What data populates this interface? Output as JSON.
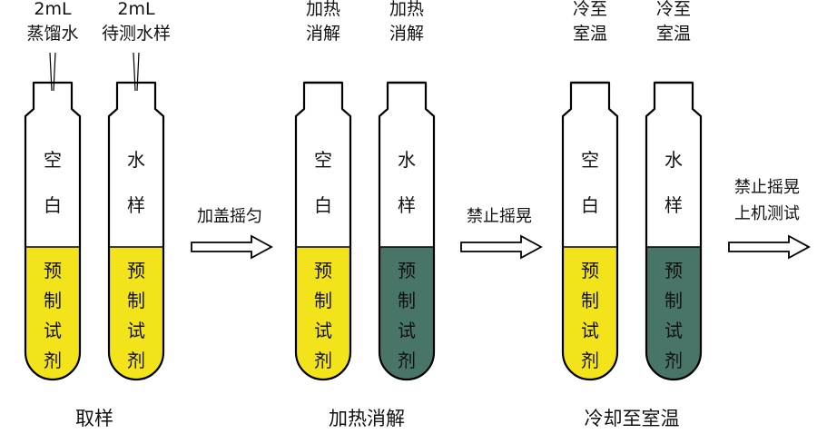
{
  "colors": {
    "yellow": "#f2e31b",
    "teal": "#487568",
    "outline": "#000000"
  },
  "tubes": [
    {
      "id": "t1",
      "top": [
        "2mL",
        "蒸馏水"
      ],
      "upper": [
        "空",
        "白"
      ],
      "lower": [
        "预",
        "制",
        "试",
        "剂"
      ],
      "liquid": "yellow",
      "cap": "open",
      "pipette": true
    },
    {
      "id": "t2",
      "top": [
        "2mL",
        "待测水样"
      ],
      "upper": [
        "水",
        "样"
      ],
      "lower": [
        "预",
        "制",
        "试",
        "剂"
      ],
      "liquid": "yellow",
      "cap": "open",
      "pipette": true
    },
    {
      "id": "t3",
      "top": [
        "加热",
        "消解"
      ],
      "upper": [
        "空",
        "白"
      ],
      "lower": [
        "预",
        "制",
        "试",
        "剂"
      ],
      "liquid": "yellow",
      "cap": "closed",
      "pipette": false
    },
    {
      "id": "t4",
      "top": [
        "加热",
        "消解"
      ],
      "upper": [
        "水",
        "样"
      ],
      "lower": [
        "预",
        "制",
        "试",
        "剂"
      ],
      "liquid": "teal",
      "cap": "closed",
      "pipette": false
    },
    {
      "id": "t5",
      "top": [
        "冷至",
        "室温"
      ],
      "upper": [
        "空",
        "白"
      ],
      "lower": [
        "预",
        "制",
        "试",
        "剂"
      ],
      "liquid": "yellow",
      "cap": "closed",
      "pipette": false
    },
    {
      "id": "t6",
      "top": [
        "冷至",
        "室温"
      ],
      "upper": [
        "水",
        "样"
      ],
      "lower": [
        "预",
        "制",
        "试",
        "剂"
      ],
      "liquid": "teal",
      "cap": "closed",
      "pipette": false
    }
  ],
  "arrows": [
    {
      "label": [
        "加盖摇匀"
      ]
    },
    {
      "label": [
        "禁止摇晃"
      ]
    },
    {
      "label": [
        "禁止摇晃",
        "上机测试"
      ]
    }
  ],
  "steps": [
    "取样",
    "加热消解",
    "冷却至室温"
  ]
}
